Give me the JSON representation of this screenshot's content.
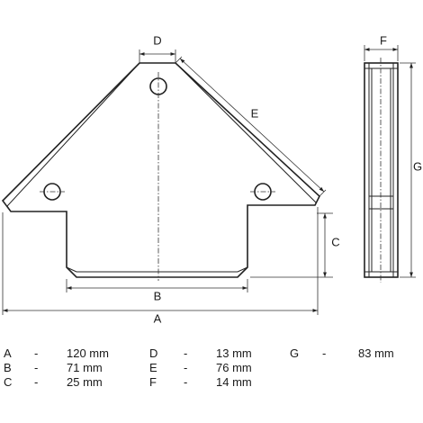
{
  "labels": {
    "A": "A",
    "B": "B",
    "C": "C",
    "D": "D",
    "E": "E",
    "F": "F",
    "G": "G"
  },
  "specs": [
    {
      "letter": "A",
      "dash": "-",
      "value": "120 mm"
    },
    {
      "letter": "B",
      "dash": "-",
      "value": "71 mm"
    },
    {
      "letter": "C",
      "dash": "-",
      "value": "25 mm"
    },
    {
      "letter": "D",
      "dash": "-",
      "value": "13 mm"
    },
    {
      "letter": "E",
      "dash": "-",
      "value": "76 mm"
    },
    {
      "letter": "F",
      "dash": "-",
      "value": "14 mm"
    },
    {
      "letter": "G",
      "dash": "-",
      "value": "83 mm"
    }
  ]
}
